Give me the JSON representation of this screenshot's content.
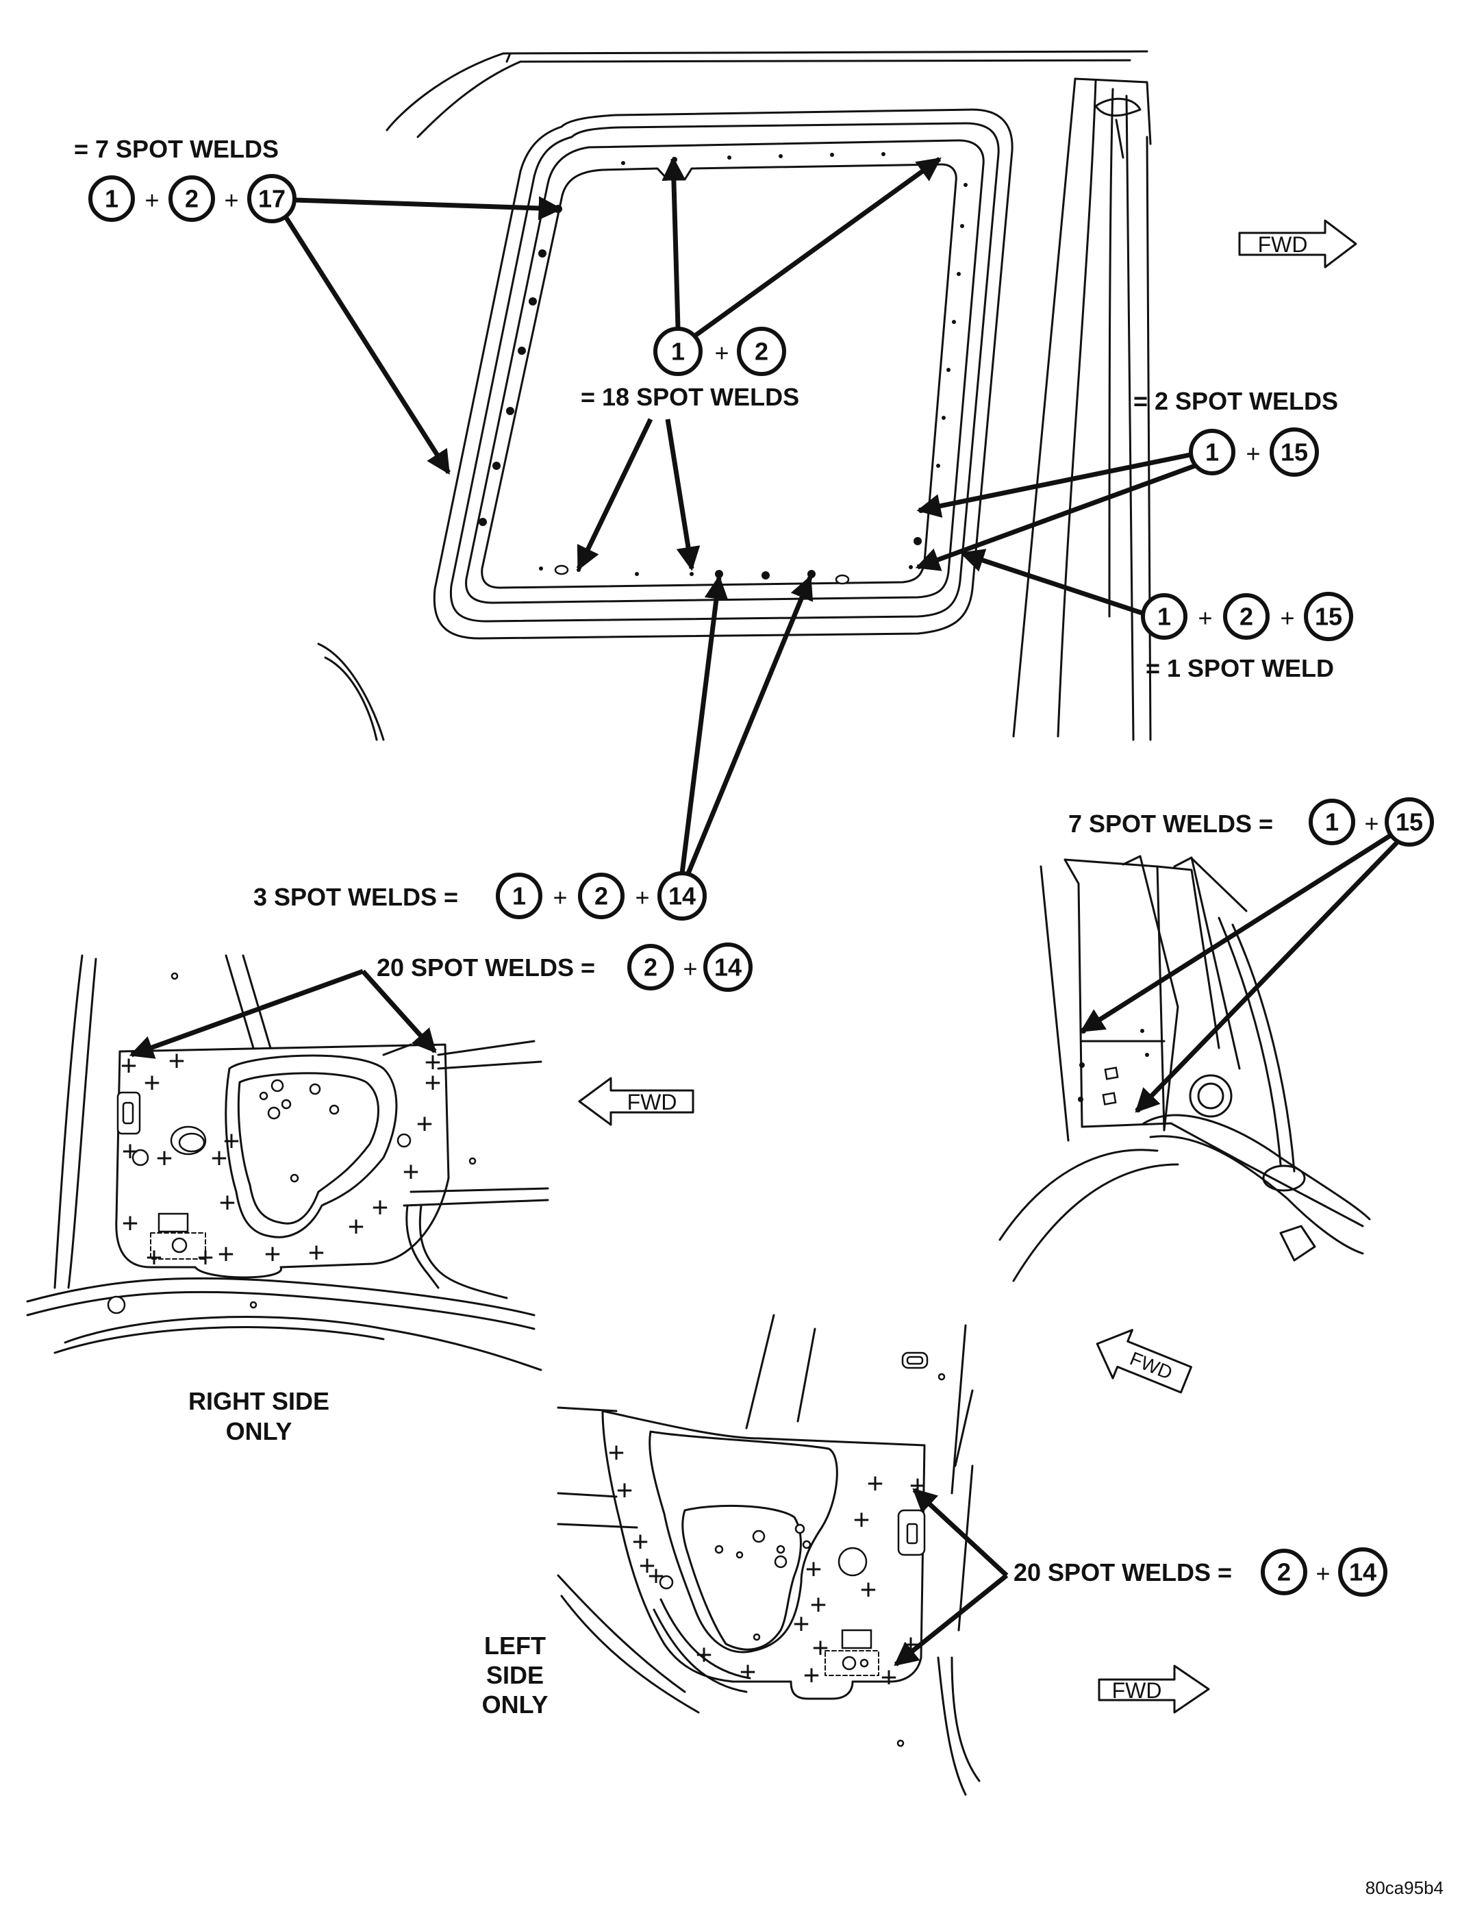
{
  "callouts": {
    "top_left": {
      "label": "= 7 SPOT WELDS",
      "parts": [
        "1",
        "2",
        "17"
      ]
    },
    "center": {
      "label": "= 18 SPOT WELDS",
      "parts": [
        "1",
        "2"
      ]
    },
    "right_a": {
      "label": "= 2 SPOT WELDS",
      "parts": [
        "1",
        "15"
      ]
    },
    "right_b": {
      "label": "= 1 SPOT WELD",
      "parts": [
        "1",
        "2",
        "15"
      ]
    },
    "lower_mid": {
      "label": "3 SPOT WELDS =",
      "parts": [
        "1",
        "2",
        "14"
      ]
    },
    "pillar": {
      "label": "7 SPOT WELDS =",
      "parts": [
        "1",
        "15"
      ]
    },
    "right_side_panel": {
      "label": "20 SPOT WELDS =",
      "parts": [
        "2",
        "14"
      ]
    },
    "left_side_panel": {
      "label": "20 SPOT WELDS =",
      "parts": [
        "2",
        "14"
      ]
    }
  },
  "side_labels": {
    "right": [
      "RIGHT SIDE",
      "ONLY"
    ],
    "left": [
      "LEFT",
      "SIDE",
      "ONLY"
    ]
  },
  "fwd_label": "FWD",
  "figure_id": "80ca95b4"
}
